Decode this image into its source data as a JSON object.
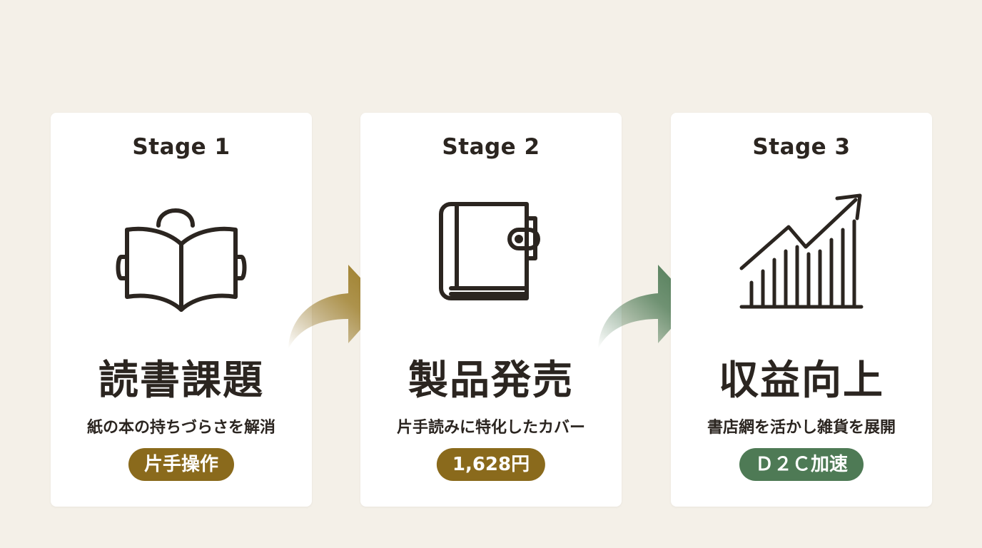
{
  "stages": [
    {
      "label": "Stage 1",
      "icon": "reading-book-icon",
      "title": "読書課題",
      "description": "紙の本の持ちづらさを解消",
      "badge": "片手操作",
      "badge_color": "#8a6a1c"
    },
    {
      "label": "Stage 2",
      "icon": "book-cover-icon",
      "title": "製品発売",
      "description": "片手読みに特化したカバー",
      "badge": "1,628円",
      "badge_color": "#8a6a1c"
    },
    {
      "label": "Stage 3",
      "icon": "growth-chart-icon",
      "title": "収益向上",
      "description": "書店網を活かし雑貨を展開",
      "badge": "Ｄ２Ｃ加速",
      "badge_color": "#4e7a55"
    }
  ],
  "colors": {
    "background": "#f4f0e8",
    "card": "#ffffff",
    "text": "#2b2520",
    "gold": "#8a6a1c",
    "green": "#4e7a55"
  }
}
